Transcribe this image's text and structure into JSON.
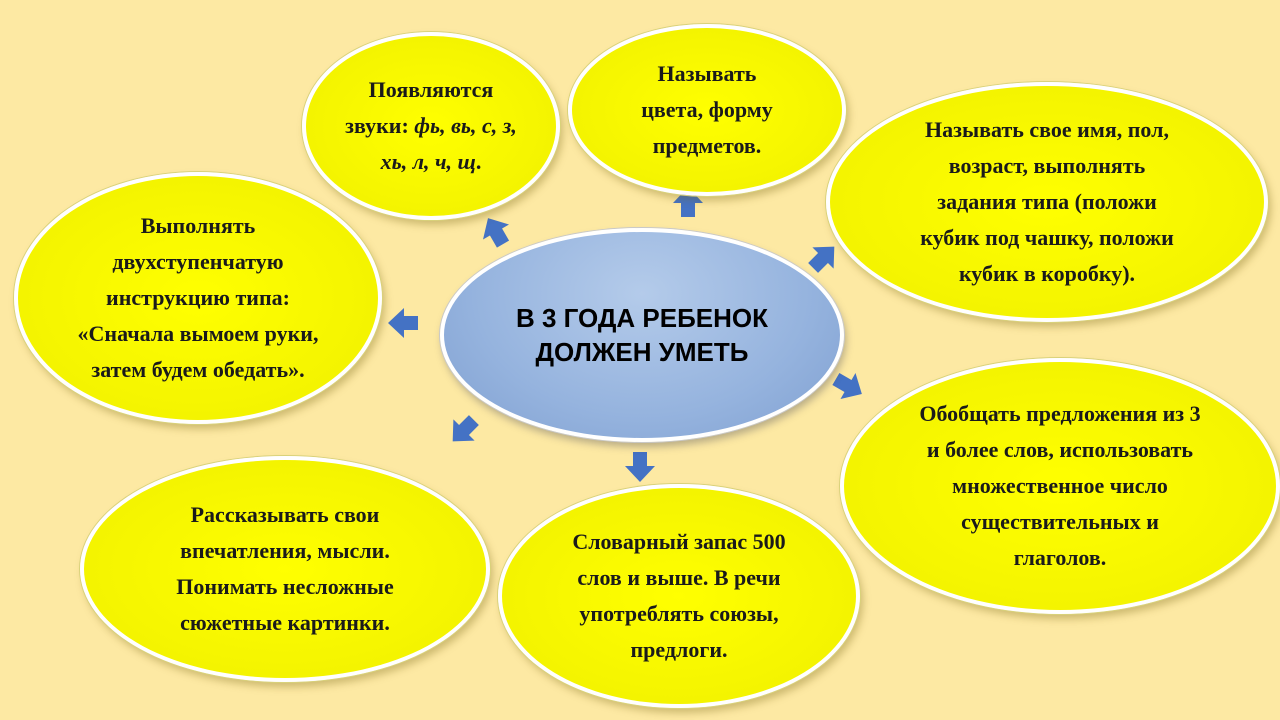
{
  "center": {
    "line1": "В 3 ГОДА РЕБЕНОК",
    "line2": "ДОЛЖЕН УМЕТЬ"
  },
  "bubbles": {
    "sounds": {
      "prefix": "Появляются звуки: ",
      "sounds": "фь, вь, с, з, хь, л, ч, щ",
      "suffix": "."
    },
    "colors": {
      "text": "Называть цвета, форму предметов."
    },
    "identity": {
      "text": "Называть свое имя, пол, возраст, выполнять задания типа (положи кубик под чашку, положи кубик в коробку)."
    },
    "instruction": {
      "text": "Выполнять двухступенчатую инструкцию типа: «Сначала вымоем руки, затем будем обедать»."
    },
    "sentences": {
      "text": "Обобщать предложения из 3 и более слов, использовать множественное число существительных и глаголов."
    },
    "impressions": {
      "text": "Рассказывать свои впечатления, мысли. Понимать несложные сюжетные картинки."
    },
    "vocabulary": {
      "text": "Словарный запас 500 слов и выше. В речи употреблять союзы, предлоги."
    }
  },
  "colors": {
    "background": "#fde9a3",
    "bubble_fill": "#ffff00",
    "center_fill": "#95b3de",
    "arrow": "#4472c4"
  }
}
